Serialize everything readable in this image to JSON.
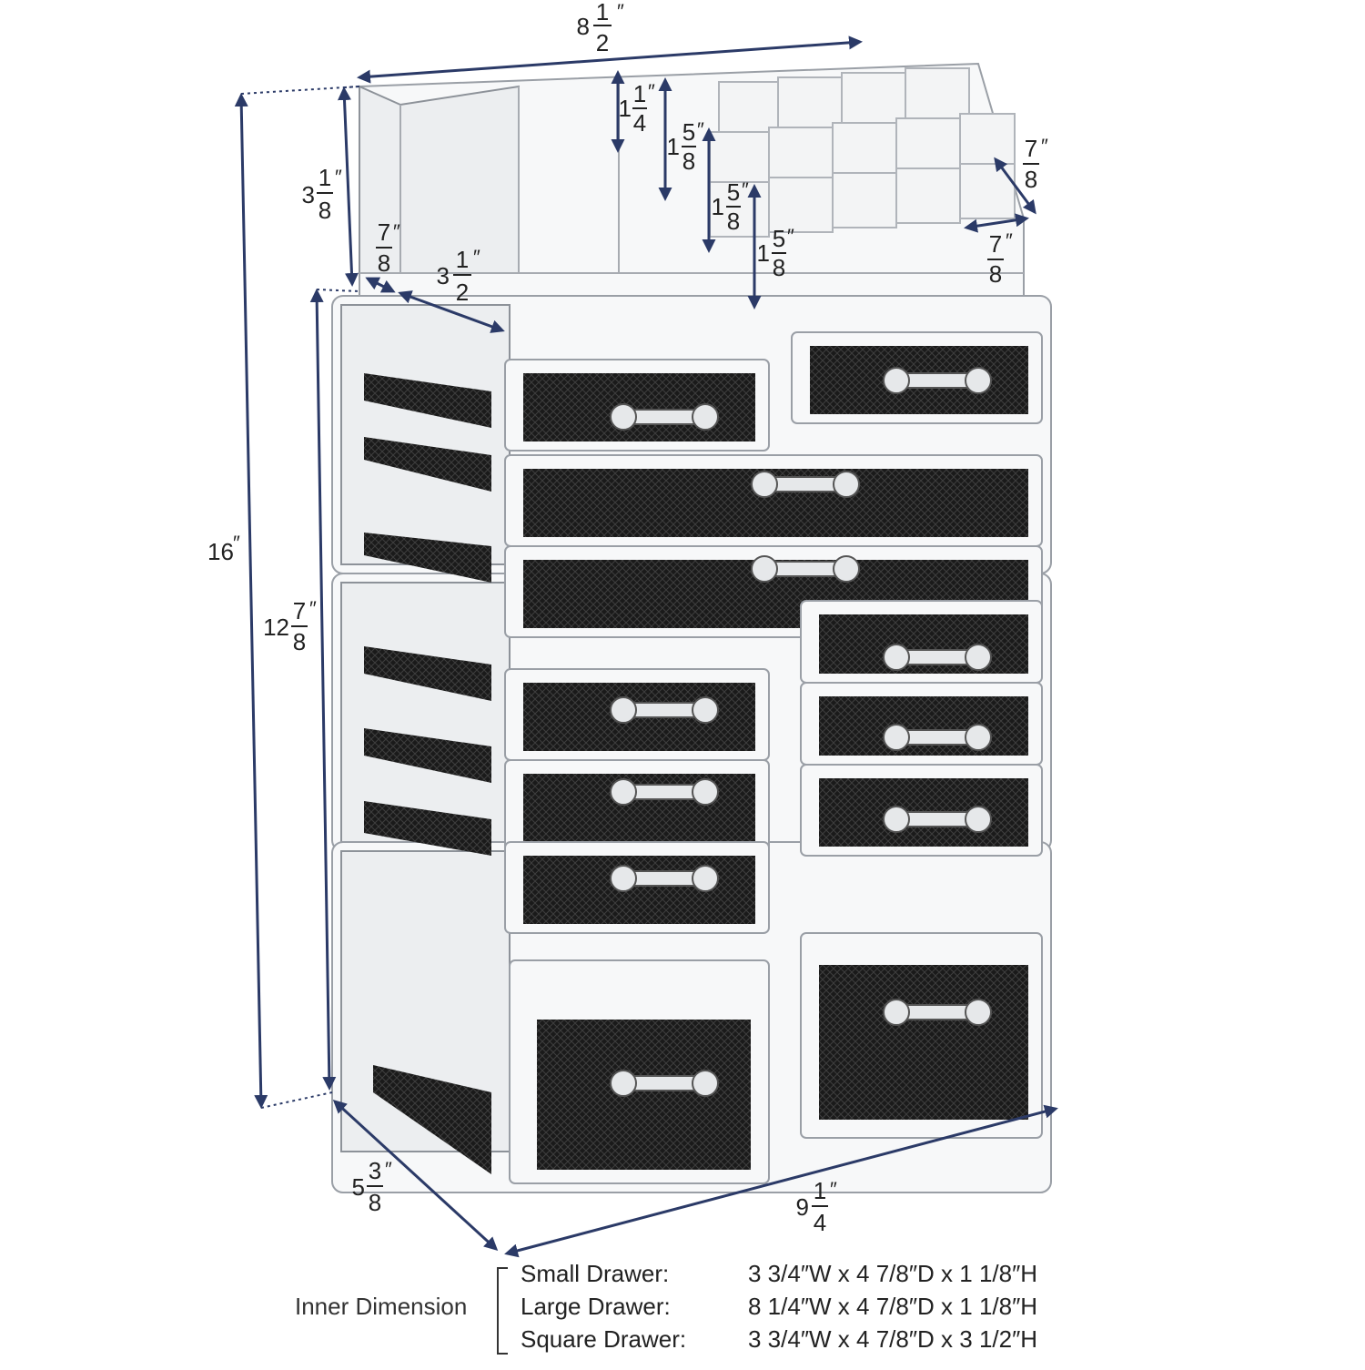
{
  "dimensions": {
    "top_width": {
      "whole": "8",
      "num": "1",
      "den": "2",
      "mark": "″"
    },
    "total_height": {
      "whole": "16",
      "num": "",
      "den": "",
      "mark": "″"
    },
    "drawer_stack_height": {
      "whole": "12",
      "num": "7",
      "den": "8",
      "mark": "″"
    },
    "top_tray_height": {
      "whole": "3",
      "num": "1",
      "den": "8",
      "mark": "″"
    },
    "top_tray_wall": {
      "whole": "",
      "num": "7",
      "den": "8",
      "mark": "″"
    },
    "top_tray_depth": {
      "whole": "3",
      "num": "1",
      "den": "2",
      "mark": "″"
    },
    "slot_height_1": {
      "whole": "1",
      "num": "1",
      "den": "4",
      "mark": "″"
    },
    "slot_height_2": {
      "whole": "1",
      "num": "5",
      "den": "8",
      "mark": "″"
    },
    "slot_height_3": {
      "whole": "1",
      "num": "5",
      "den": "8",
      "mark": "″"
    },
    "slot_height_4": {
      "whole": "1",
      "num": "5",
      "den": "8",
      "mark": "″"
    },
    "slot_width_a": {
      "whole": "",
      "num": "7",
      "den": "8",
      "mark": "″"
    },
    "slot_width_b": {
      "whole": "",
      "num": "7",
      "den": "8",
      "mark": "″"
    },
    "base_depth": {
      "whole": "5",
      "num": "3",
      "den": "8",
      "mark": "″"
    },
    "base_width": {
      "whole": "9",
      "num": "1",
      "den": "4",
      "mark": "″"
    }
  },
  "legend": {
    "title": "Inner Dimension",
    "rows": [
      {
        "name": "Small Drawer:",
        "dims": "3 3/4″W x 4 7/8″D x 1 1/8″H"
      },
      {
        "name": "Large Drawer:",
        "dims": "8 1/4″W x 4 7/8″D x 1 1/8″H"
      },
      {
        "name": "Square Drawer:",
        "dims": "3 3/4″W x 4 7/8″D x 3 1/2″H"
      }
    ]
  },
  "colors": {
    "dimension_line": "#2b3a67",
    "acrylic": "#f7f8f9",
    "drawer_mat": "#1b1b1b"
  }
}
